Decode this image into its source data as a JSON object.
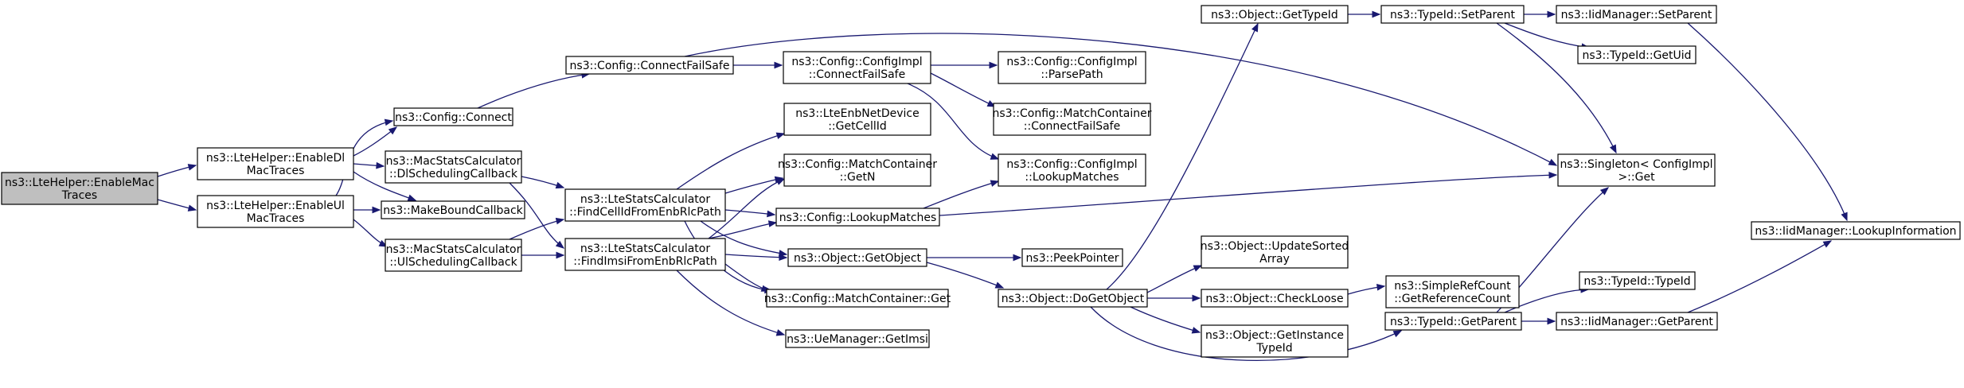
{
  "title": "",
  "colors": {
    "edge": "#191970",
    "node_fill": "#ffffff",
    "root_fill": "#bfbfbf",
    "border": "#000000"
  },
  "nodes": {
    "enablemactraces": {
      "lines": [
        "ns3::LteHelper::EnableMac",
        "Traces"
      ],
      "root": true
    },
    "enabledl": {
      "lines": [
        "ns3::LteHelper::EnableDl",
        "MacTraces"
      ]
    },
    "enableul": {
      "lines": [
        "ns3::LteHelper::EnableUl",
        "MacTraces"
      ]
    },
    "configconnect": {
      "lines": [
        "ns3::Config::Connect"
      ]
    },
    "makeboundcallback": {
      "lines": [
        "ns3::MakeBoundCallback"
      ]
    },
    "dlsched": {
      "lines": [
        "ns3::MacStatsCalculator",
        "::DlSchedulingCallback"
      ]
    },
    "ulsched": {
      "lines": [
        "ns3::MacStatsCalculator",
        "::UlSchedulingCallback"
      ]
    },
    "connectfailsafe": {
      "lines": [
        "ns3::Config::ConnectFailSafe"
      ]
    },
    "findcellid": {
      "lines": [
        "ns3::LteStatsCalculator",
        "::FindCellIdFromEnbRlcPath"
      ]
    },
    "findimsi": {
      "lines": [
        "ns3::LteStatsCalculator",
        "::FindImsiFromEnbRlcPath"
      ]
    },
    "configimplconnectfailsafe": {
      "lines": [
        "ns3::Config::ConfigImpl",
        "::ConnectFailSafe"
      ]
    },
    "getcellid": {
      "lines": [
        "ns3::LteEnbNetDevice",
        "::GetCellId"
      ]
    },
    "getn": {
      "lines": [
        "ns3::Config::MatchContainer",
        "::GetN"
      ]
    },
    "lookupmatches": {
      "lines": [
        "ns3::Config::LookupMatches"
      ]
    },
    "getobject": {
      "lines": [
        "ns3::Object::GetObject"
      ]
    },
    "mcget": {
      "lines": [
        "ns3::Config::MatchContainer::Get"
      ]
    },
    "getimsi": {
      "lines": [
        "ns3::UeManager::GetImsi"
      ]
    },
    "parsepath": {
      "lines": [
        "ns3::Config::ConfigImpl",
        "::ParsePath"
      ]
    },
    "mcconnectfailsafe": {
      "lines": [
        "ns3::Config::MatchContainer",
        "::ConnectFailSafe"
      ]
    },
    "implookupmatches": {
      "lines": [
        "ns3::Config::ConfigImpl",
        "::LookupMatches"
      ]
    },
    "peekpointer": {
      "lines": [
        "ns3::PeekPointer"
      ]
    },
    "dogetobject": {
      "lines": [
        "ns3::Object::DoGetObject"
      ]
    },
    "gettypeid": {
      "lines": [
        "ns3::Object::GetTypeId"
      ]
    },
    "updatesorted": {
      "lines": [
        "ns3::Object::UpdateSorted",
        "Array"
      ]
    },
    "checkloose": {
      "lines": [
        "ns3::Object::CheckLoose"
      ]
    },
    "getinstancetypeid": {
      "lines": [
        "ns3::Object::GetInstance",
        "TypeId"
      ]
    },
    "setparent": {
      "lines": [
        "ns3::TypeId::SetParent"
      ]
    },
    "getreferencecount": {
      "lines": [
        "ns3::SimpleRefCount",
        "::GetReferenceCount"
      ]
    },
    "typeidgetparent": {
      "lines": [
        "ns3::TypeId::GetParent"
      ]
    },
    "iidsetparent": {
      "lines": [
        "ns3::IidManager::SetParent"
      ]
    },
    "getuid": {
      "lines": [
        "ns3::TypeId::GetUid"
      ]
    },
    "singletonget": {
      "lines": [
        "ns3::Singleton< ConfigImpl",
        " >::Get"
      ]
    },
    "typeidtypeid": {
      "lines": [
        "ns3::TypeId::TypeId"
      ]
    },
    "iidgetparent": {
      "lines": [
        "ns3::IidManager::GetParent"
      ]
    },
    "lookupinformation": {
      "lines": [
        "ns3::IidManager::LookupInformation"
      ]
    }
  },
  "edges": [
    [
      "enablemactraces",
      "enabledl"
    ],
    [
      "enablemactraces",
      "enableul"
    ],
    [
      "enabledl",
      "configconnect"
    ],
    [
      "enabledl",
      "makeboundcallback"
    ],
    [
      "enabledl",
      "dlsched"
    ],
    [
      "enableul",
      "configconnect"
    ],
    [
      "enableul",
      "makeboundcallback"
    ],
    [
      "enableul",
      "ulsched"
    ],
    [
      "configconnect",
      "connectfailsafe"
    ],
    [
      "dlsched",
      "findcellid"
    ],
    [
      "dlsched",
      "findimsi"
    ],
    [
      "ulsched",
      "findcellid"
    ],
    [
      "ulsched",
      "findimsi"
    ],
    [
      "connectfailsafe",
      "configimplconnectfailsafe"
    ],
    [
      "connectfailsafe",
      "singletonget"
    ],
    [
      "findcellid",
      "getcellid"
    ],
    [
      "findcellid",
      "getn"
    ],
    [
      "findcellid",
      "lookupmatches"
    ],
    [
      "findcellid",
      "getobject"
    ],
    [
      "findcellid",
      "mcget"
    ],
    [
      "findimsi",
      "getn"
    ],
    [
      "findimsi",
      "lookupmatches"
    ],
    [
      "findimsi",
      "getobject"
    ],
    [
      "findimsi",
      "mcget"
    ],
    [
      "findimsi",
      "getimsi"
    ],
    [
      "configimplconnectfailsafe",
      "parsepath"
    ],
    [
      "configimplconnectfailsafe",
      "mcconnectfailsafe"
    ],
    [
      "configimplconnectfailsafe",
      "implookupmatches"
    ],
    [
      "lookupmatches",
      "implookupmatches"
    ],
    [
      "lookupmatches",
      "singletonget"
    ],
    [
      "getobject",
      "peekpointer"
    ],
    [
      "getobject",
      "dogetobject"
    ],
    [
      "dogetobject",
      "gettypeid"
    ],
    [
      "dogetobject",
      "updatesorted"
    ],
    [
      "dogetobject",
      "checkloose"
    ],
    [
      "dogetobject",
      "getinstancetypeid"
    ],
    [
      "dogetobject",
      "typeidgetparent"
    ],
    [
      "gettypeid",
      "setparent"
    ],
    [
      "checkloose",
      "getreferencecount"
    ],
    [
      "setparent",
      "iidsetparent"
    ],
    [
      "setparent",
      "getuid"
    ],
    [
      "setparent",
      "singletonget"
    ],
    [
      "typeidgetparent",
      "singletonget"
    ],
    [
      "typeidgetparent",
      "typeidtypeid"
    ],
    [
      "typeidgetparent",
      "iidgetparent"
    ],
    [
      "iidsetparent",
      "lookupinformation"
    ],
    [
      "iidgetparent",
      "lookupinformation"
    ]
  ]
}
